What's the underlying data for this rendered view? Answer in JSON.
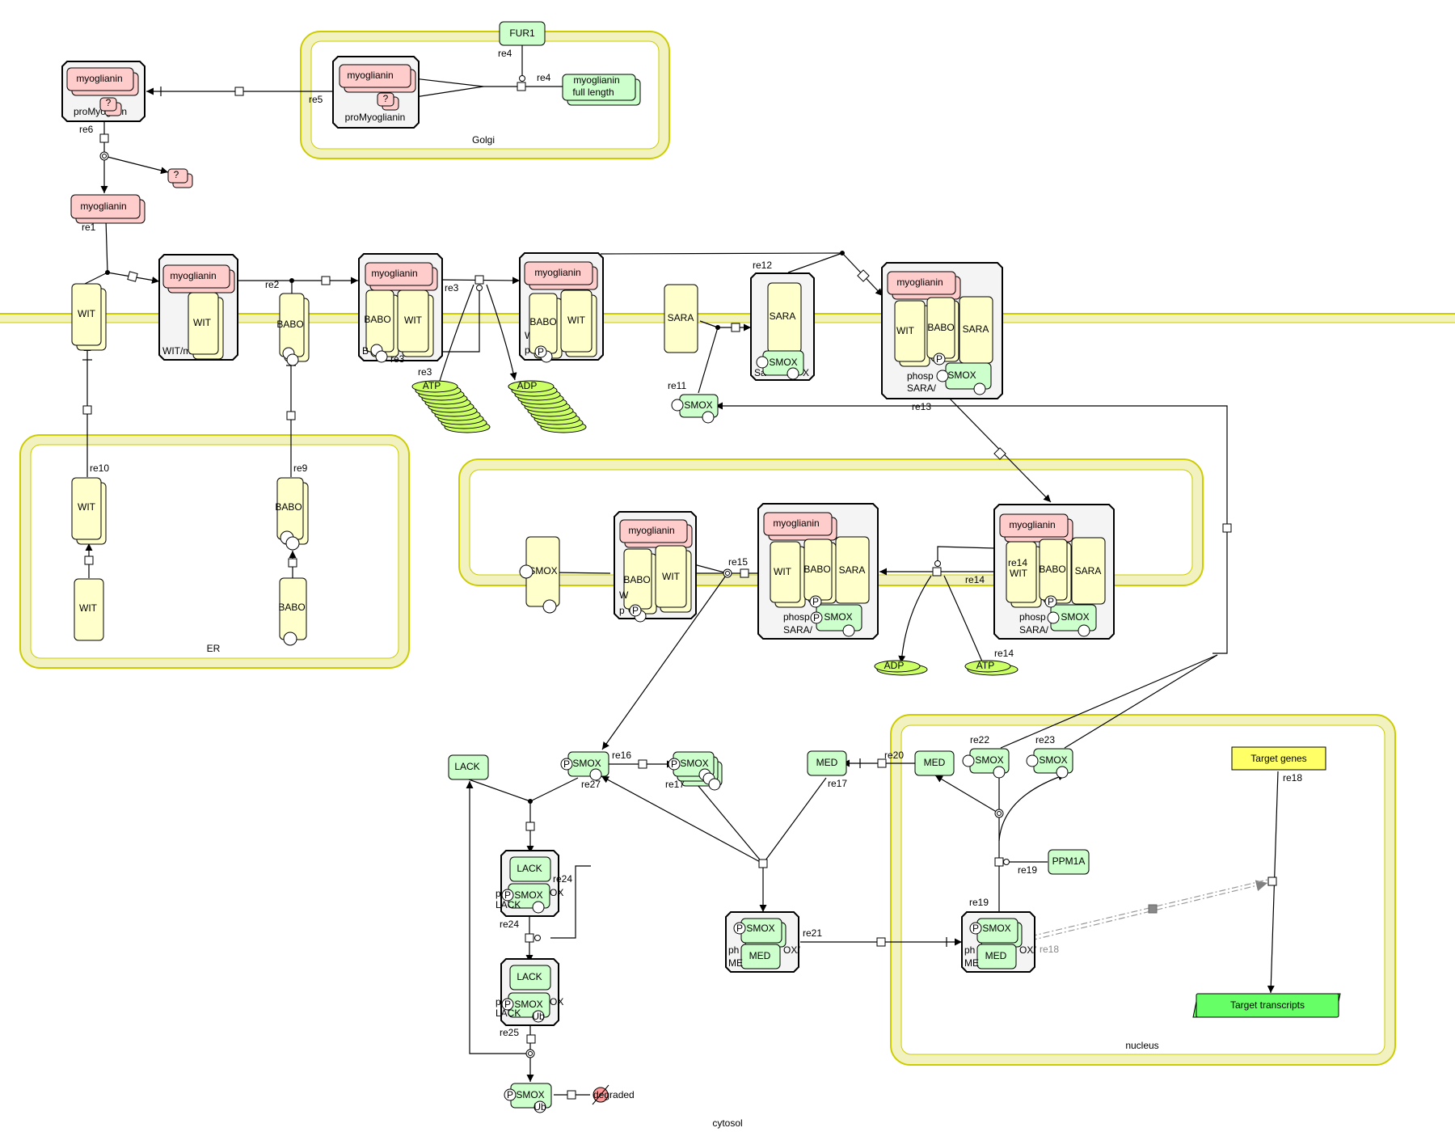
{
  "diagram": {
    "title": "Myoglianin / BABO / SMOX signaling pathway (CellDesigner)",
    "colors": {
      "compartment_border": "#cccc00",
      "compartment_fill": "#f2f2c0",
      "protein_pink": "#ffcccc",
      "protein_green": "#ccffcc",
      "receptor_yellow": "#ffffcc",
      "complex_fill": "#f4f4f4",
      "simple_molecule": "#ccff66",
      "gene": "#ffff66",
      "rna": "#66ff66",
      "degraded": "#ff9999"
    },
    "compartments": {
      "golgi": "Golgi",
      "er": "ER",
      "nucleus": "nucleus",
      "cytosol": "cytosol"
    },
    "species": {
      "fur1": "FUR1",
      "myo_full_1": "myoglianin",
      "myo_full_2": "full length",
      "myoglianin": "myoglianin",
      "unknown": "?",
      "promyo_label": "proMyoglianin",
      "promyo_label_trunc": "proMyog    nin",
      "wit": "WIT",
      "babo": "BABO",
      "sara": "SARA",
      "smox": "SMOX",
      "lack": "LACK",
      "med": "MED",
      "ppm1a": "PPM1A",
      "atp": "ATP",
      "adp": "ADP",
      "target_genes": "Target genes",
      "target_transcripts": "Target transcripts",
      "degraded": "degraded",
      "p": "P",
      "ub": "Ub"
    },
    "complex_labels": {
      "wit_myo": "WIT/m        in",
      "babo_wit": "B",
      "babo_wit_p": "p",
      "babo_wit_w": "W",
      "sara_smox_left": "Sa",
      "sara_smox_right": "X",
      "phosp": "phosp",
      "sara_slash": "SARA/",
      "lack_p": "p",
      "lack_lab": "LACK",
      "lack_ox": "OX",
      "med_ph": "ph",
      "med_me": "ME",
      "med_ox": "OX/"
    },
    "reactions": [
      "re1",
      "re2",
      "re3",
      "re4",
      "re5",
      "re6",
      "re9",
      "re10",
      "re11",
      "re12",
      "re13",
      "re14",
      "re15",
      "re16",
      "re17",
      "re18",
      "re19",
      "re20",
      "re21",
      "re22",
      "re23",
      "re24",
      "re25",
      "re27"
    ]
  }
}
